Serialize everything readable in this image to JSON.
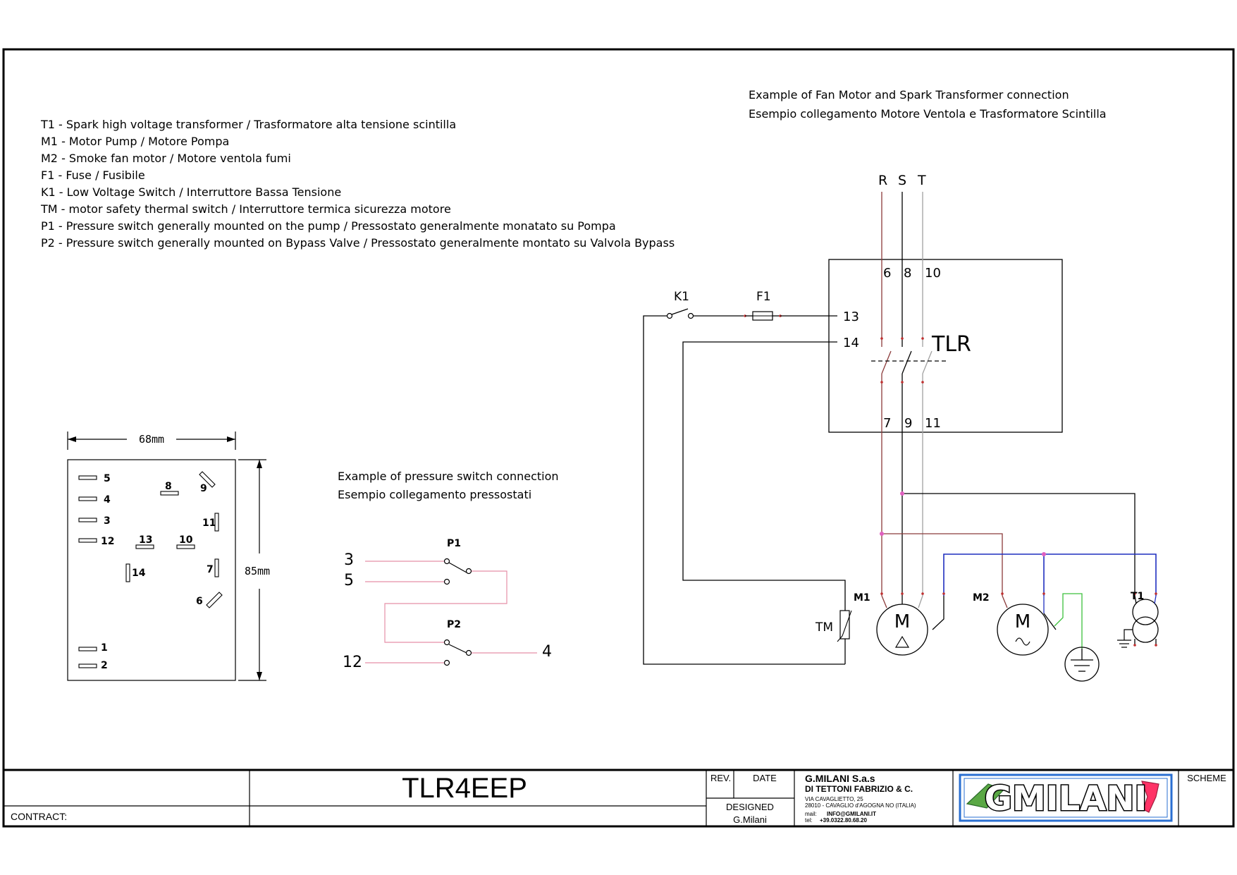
{
  "legend": {
    "lines": [
      "T1 - Spark high voltage transformer / Trasformatore alta tensione scintilla",
      "M1 - Motor Pump / Motore Pompa",
      "M2 - Smoke fan motor / Motore ventola fumi",
      "F1 - Fuse / Fusibile",
      "K1 - Low Voltage Switch / Interruttore Bassa Tensione",
      "TM - motor safety thermal switch / Interruttore termica sicurezza motore",
      "P1 - Pressure switch generally mounted on the pump /  Pressostato generalmente monatato su Pompa",
      "P2 - Pressure switch generally mounted on Bypass Valve / Pressostato generalmente montato su Valvola Bypass"
    ]
  },
  "fan_example": {
    "title_en": "Example of Fan Motor and Spark Transformer connection",
    "title_it": "Esempio collegamento Motore Ventola e Trasformatore Scintilla",
    "phases": [
      "R",
      "S",
      "T"
    ],
    "top_terminals": [
      "6",
      "8",
      "10"
    ],
    "bottom_terminals": [
      "7",
      "9",
      "11"
    ],
    "terminal_13": "13",
    "terminal_14": "14",
    "relay_label": "TLR",
    "k1": "K1",
    "f1": "F1",
    "tm": "TM",
    "m1": "M1",
    "m2": "M2",
    "t1": "T1",
    "motor_glyph": "M"
  },
  "dimensions": {
    "width": "68mm",
    "height": "85mm",
    "pins": [
      "5",
      "4",
      "3",
      "12",
      "8",
      "9",
      "11",
      "13",
      "10",
      "7",
      "14",
      "6",
      "1",
      "2"
    ]
  },
  "pressure_example": {
    "title_en": "Example of pressure switch connection",
    "title_it": "Esempio collegamento pressostati",
    "p1": "P1",
    "p2": "P2",
    "in_3": "3",
    "in_5": "5",
    "in_12": "12",
    "out_4": "4"
  },
  "title_block": {
    "drawing_code": "TLR4EEP",
    "contract_label": "CONTRACT:",
    "rev_label": "REV.",
    "date_label": "DATE",
    "designed_label": "DESIGNED",
    "designer": "G.Milani",
    "company_line1": "G.MILANI S.a.s",
    "company_line2": "DI TETTONI FABRIZIO & C.",
    "address1": "VIA CAVAGLIETTO, 25",
    "address2": "28010 - CAVAGLIO d'AGOGNA NO (ITALIA)",
    "mail_label": "mail:",
    "mail": "INFO@GMILANI.IT",
    "tel_label": "tel:",
    "tel": "+39.0322.80.68.20",
    "logo_text": "GMILANI",
    "scheme_label": "SCHEME"
  },
  "colors": {
    "phase_r": "#8b3a3a",
    "phase_s": "#000000",
    "phase_t": "#a0a0a0",
    "neutral_blue": "#1f2fbf",
    "earth_green": "#3cc13c",
    "pressure_wire": "#e58fa8",
    "junction": "#e060c0",
    "logo_border": "#2a6fd1"
  }
}
